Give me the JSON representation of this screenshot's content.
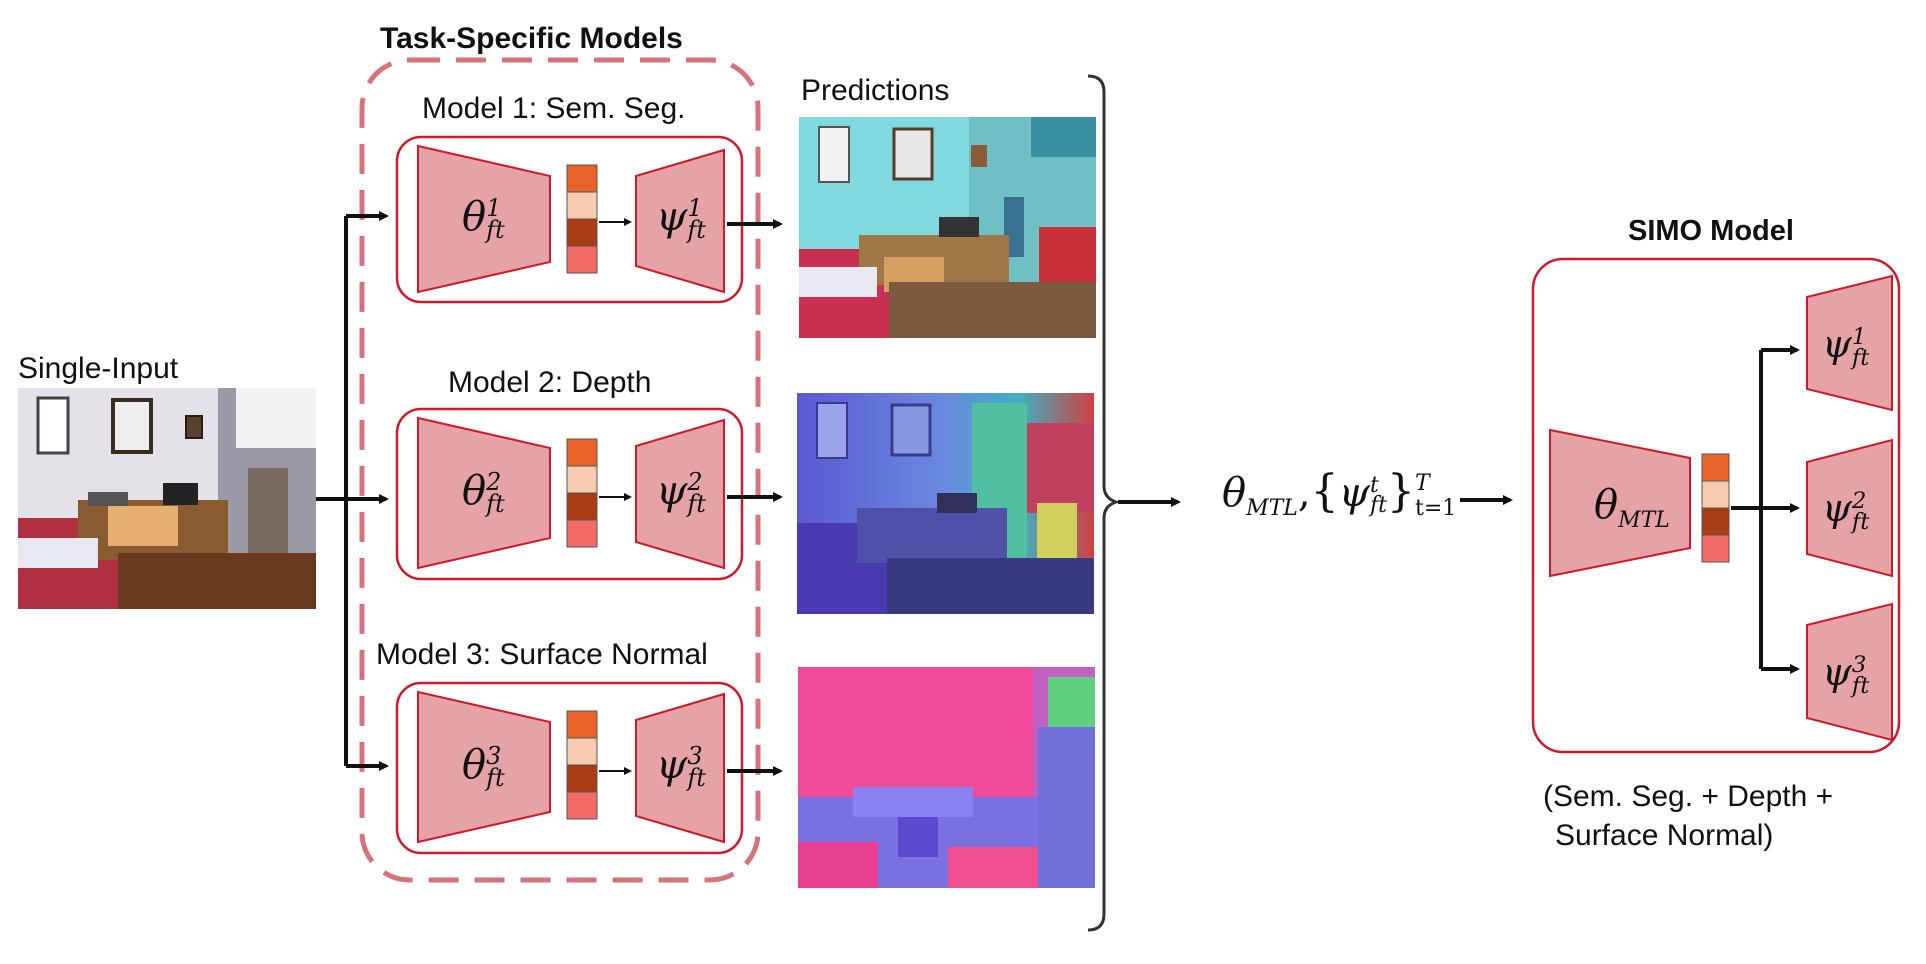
{
  "labels": {
    "task_specific_title": "Task-Specific Models",
    "predictions": "Predictions",
    "single_input": "Single-Input",
    "simo_title": "SIMO Model",
    "simo_caption_line1": "(Sem. Seg. + Depth +",
    "simo_caption_line2": "Surface Normal)"
  },
  "models": [
    {
      "title": "Model 1: Sem. Seg.",
      "encoder": "θ",
      "encoder_sup": "1",
      "decoder": "ψ",
      "decoder_sup": "1",
      "sub": "ft"
    },
    {
      "title": "Model 2: Depth",
      "encoder": "θ",
      "encoder_sup": "2",
      "decoder": "ψ",
      "decoder_sup": "2",
      "sub": "ft"
    },
    {
      "title": "Model 3: Surface Normal",
      "encoder": "θ",
      "encoder_sup": "3",
      "decoder": "ψ",
      "decoder_sup": "3",
      "sub": "ft"
    }
  ],
  "combine": {
    "theta": "θ",
    "theta_sub": "MTL",
    "comma": ",",
    "psi": "ψ",
    "psi_sup": "t",
    "psi_sub": "ft",
    "upper": "T",
    "lower": "t=1",
    "lbrace": "{",
    "rbrace": "}"
  },
  "simo": {
    "encoder": "θ",
    "encoder_sub": "MTL",
    "heads": [
      {
        "symbol": "ψ",
        "sup": "1",
        "sub": "ft"
      },
      {
        "symbol": "ψ",
        "sup": "2",
        "sub": "ft"
      },
      {
        "symbol": "ψ",
        "sup": "3",
        "sub": "ft"
      }
    ]
  },
  "colors": {
    "trapezoid_fill": "#e5a3a8",
    "trapezoid_stroke": "#cc1a2a",
    "model_box_stroke": "#cc1a2a",
    "dashed_border": "#d5737a",
    "feature_1": "#e8622a",
    "feature_2": "#f6cbb0",
    "feature_3": "#a83c14",
    "feature_4": "#f26b66",
    "arrow": "#111111"
  }
}
